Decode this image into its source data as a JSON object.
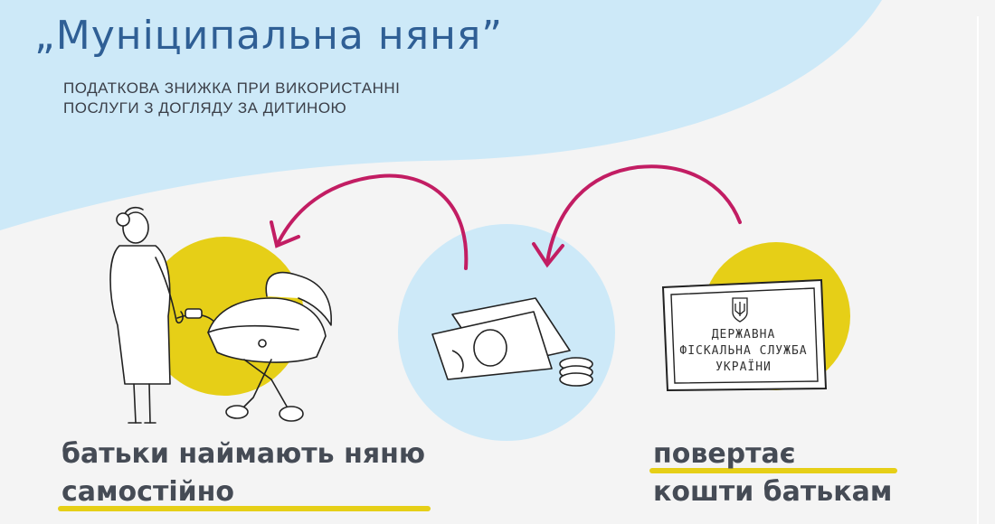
{
  "title": "„Муніципальна няня”",
  "subtitle": {
    "line1": "ПОДАТКОВА ЗНИЖКА ПРИ ВИКОРИСТАННІ",
    "line2": "ПОСЛУГИ З ДОГЛЯДУ ЗА ДИТИНОЮ"
  },
  "caption_left": {
    "line1": "батьки наймають няню",
    "line2": "самостійно"
  },
  "caption_right": {
    "line1": "повертає",
    "line2": "кошти батькам"
  },
  "sign": {
    "line1": "ДЕРЖАВНА",
    "line2": "ФІСКАЛЬНА СЛУЖБА",
    "line3": "УКРАЇНИ"
  },
  "colors": {
    "background": "#f4f4f4",
    "header_blue": "#cde9f8",
    "circle_blue": "#cde9f8",
    "yellow": "#e6cf17",
    "arrow": "#c21d63",
    "title": "#2f5f95",
    "caption": "#454b55"
  },
  "icons": [
    "nanny-with-stroller-icon",
    "money-icon",
    "tax-office-sign-icon",
    "trident-emblem-icon"
  ]
}
